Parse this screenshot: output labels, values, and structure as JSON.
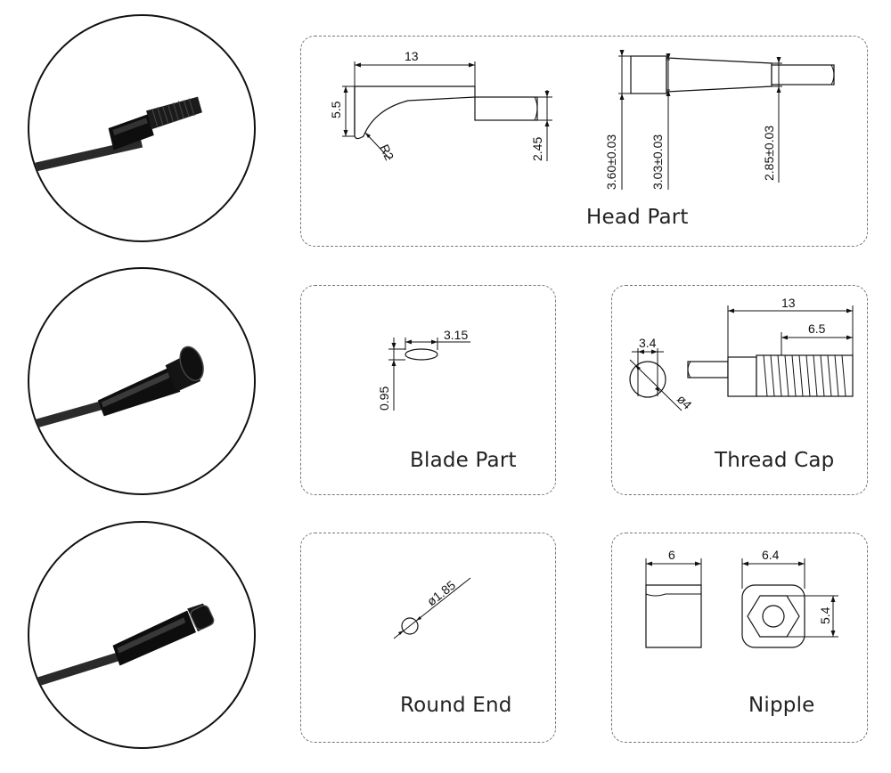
{
  "photos": [
    {
      "name": "threaded-end-photo"
    },
    {
      "name": "blade-head-photo"
    },
    {
      "name": "nipple-end-photo"
    }
  ],
  "panels": {
    "head": {
      "title": "Head Part",
      "dims": {
        "length": "13",
        "height": "5.5",
        "radius": "R2",
        "shank": "2.45",
        "d1": "3.60±0.03",
        "d2": "3.03±0.03",
        "d3": "2.85±0.03"
      }
    },
    "blade": {
      "title": "Blade Part",
      "dims": {
        "width": "3.15",
        "thickness": "0.95"
      }
    },
    "thread": {
      "title": "Thread Cap",
      "dims": {
        "length": "13",
        "thread_length": "6.5",
        "flat": "3.4",
        "diameter": "ø4"
      }
    },
    "round": {
      "title": "Round End",
      "dims": {
        "diameter": "ø1.85"
      }
    },
    "nipple": {
      "title": "Nipple",
      "dims": {
        "side_width": "6",
        "hex_width": "6.4",
        "height": "5.4"
      }
    }
  }
}
